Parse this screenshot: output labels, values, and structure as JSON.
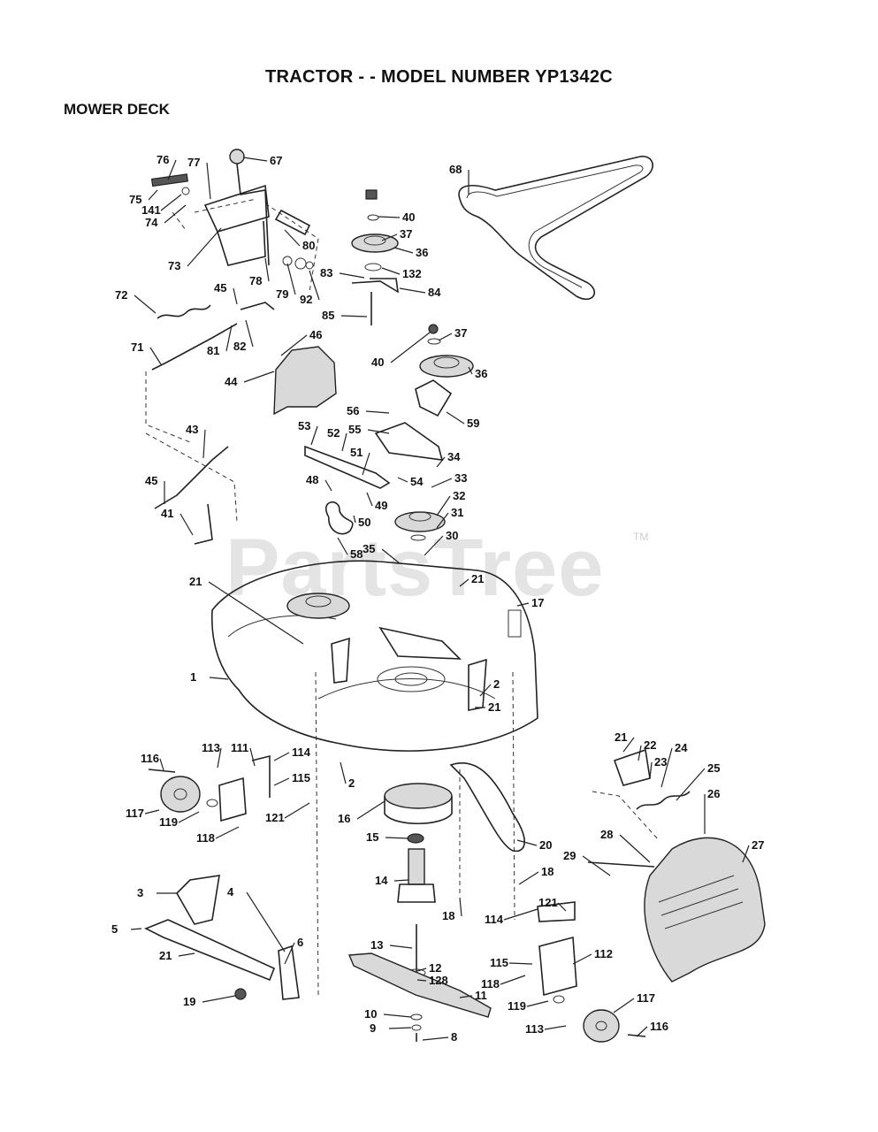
{
  "title": "TRACTOR - - MODEL NUMBER YP1342C",
  "subtitle": "MOWER DECK",
  "watermark": "PartsTree",
  "watermark_tm": "TM",
  "callouts": [
    "76",
    "77",
    "67",
    "75",
    "141",
    "74",
    "73",
    "78",
    "79",
    "92",
    "80",
    "68",
    "40",
    "37",
    "36",
    "83",
    "132",
    "84",
    "85",
    "72",
    "45",
    "82",
    "81",
    "71",
    "46",
    "37",
    "40",
    "36",
    "44",
    "56",
    "59",
    "43",
    "52",
    "53",
    "55",
    "51",
    "34",
    "48",
    "54",
    "33",
    "32",
    "45",
    "49",
    "50",
    "41",
    "58",
    "31",
    "30",
    "35",
    "21",
    "17",
    "21",
    "1",
    "2",
    "21",
    "21",
    "22",
    "23",
    "24",
    "25",
    "26",
    "116",
    "113",
    "111",
    "114",
    "115",
    "117",
    "119",
    "118",
    "121",
    "2",
    "16",
    "15",
    "20",
    "28",
    "29",
    "27",
    "14",
    "18",
    "18",
    "3",
    "4",
    "5",
    "6",
    "21",
    "13",
    "12",
    "128",
    "114",
    "121",
    "112",
    "115",
    "118",
    "11",
    "19",
    "10",
    "9",
    "8",
    "119",
    "113",
    "117",
    "116"
  ]
}
